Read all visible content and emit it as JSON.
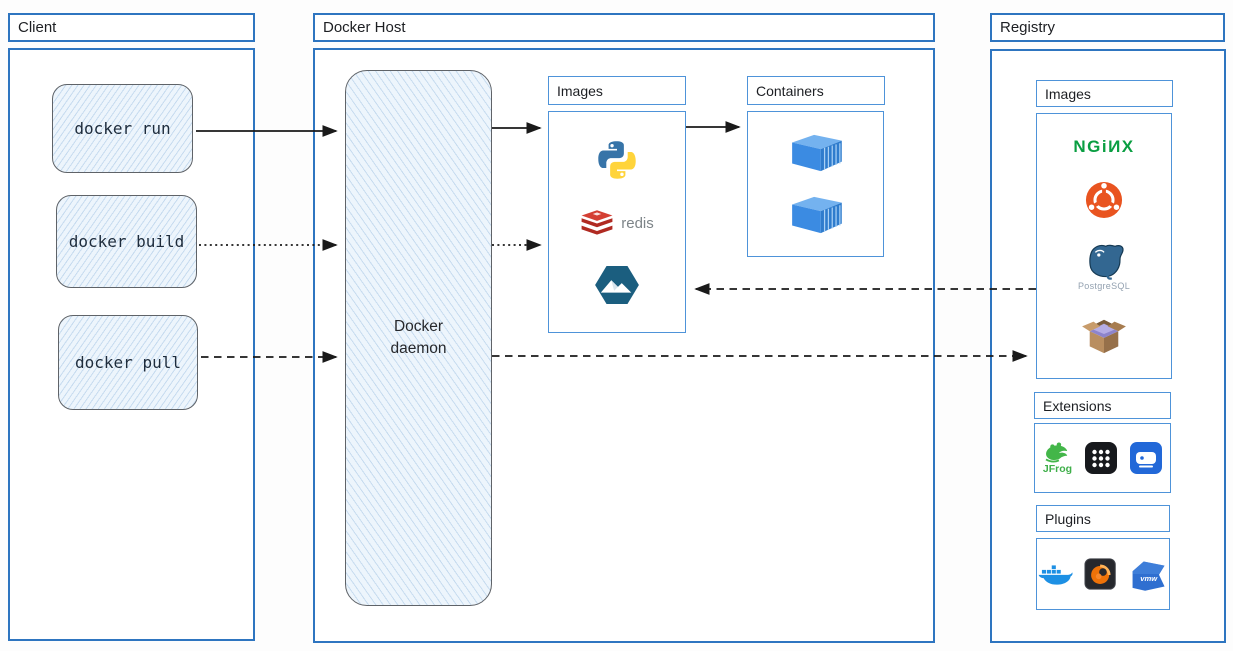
{
  "client": {
    "title": "Client",
    "commands": [
      "docker run",
      "docker build",
      "docker pull"
    ]
  },
  "docker_host": {
    "title": "Docker Host",
    "daemon_label": "Docker daemon",
    "images_panel": {
      "title": "Images",
      "items": [
        {
          "icon": "python-logo"
        },
        {
          "icon": "redis-logo",
          "label": "redis"
        },
        {
          "icon": "alpine-logo"
        }
      ]
    },
    "containers_panel": {
      "title": "Containers",
      "items": [
        {
          "icon": "container-box"
        },
        {
          "icon": "container-box"
        }
      ]
    }
  },
  "registry": {
    "title": "Registry",
    "images_panel": {
      "title": "Images",
      "items": [
        {
          "icon": "nginx-logo",
          "label": "NGiИX"
        },
        {
          "icon": "ubuntu-logo"
        },
        {
          "icon": "postgresql-logo",
          "label": "PostgreSQL"
        },
        {
          "icon": "package-box"
        }
      ]
    },
    "extensions_panel": {
      "title": "Extensions",
      "items": [
        {
          "icon": "jfrog-logo",
          "label": "JFrog"
        },
        {
          "icon": "app-grid"
        },
        {
          "icon": "nas-drive"
        }
      ]
    },
    "plugins_panel": {
      "title": "Plugins",
      "items": [
        {
          "icon": "docker-whale"
        },
        {
          "icon": "grafana-logo"
        },
        {
          "icon": "vmware-logo",
          "label": "vmw"
        }
      ]
    }
  },
  "arrows": [
    {
      "from": "docker-run",
      "to": "docker-daemon",
      "style": "solid"
    },
    {
      "from": "docker-build",
      "to": "docker-daemon",
      "style": "dotted"
    },
    {
      "from": "docker-pull",
      "to": "docker-daemon",
      "style": "dashed"
    },
    {
      "from": "docker-daemon",
      "to": "host-images",
      "style": "solid"
    },
    {
      "from": "docker-daemon",
      "to": "host-images",
      "style": "dotted"
    },
    {
      "from": "host-images",
      "to": "containers",
      "style": "solid"
    },
    {
      "from": "registry-images",
      "to": "host-images",
      "style": "dashed"
    },
    {
      "from": "docker-daemon",
      "to": "registry-images",
      "style": "dashed"
    }
  ],
  "colors": {
    "frame_blue": "#2e75c0",
    "docker_blue": "#1d90e4",
    "nginx_green": "#0a9e42",
    "ubuntu_orange": "#e95420",
    "redis_red": "#c6302b",
    "alpine_navy": "#1b5e7f",
    "postgres_blue": "#336791",
    "jfrog_green": "#43b649",
    "grafana_orange": "#ee7208",
    "vmware_blue": "#2f6fd0"
  }
}
